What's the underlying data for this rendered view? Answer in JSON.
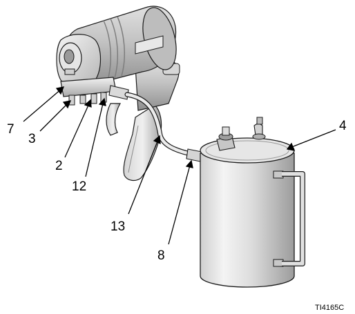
{
  "figure_id": "TI4165C",
  "callouts": {
    "c7": "7",
    "c3": "3",
    "c2": "2",
    "c12": "12",
    "c13": "13",
    "c8": "8",
    "c4": "4"
  },
  "colors": {
    "metal_light": "#f2f2f2",
    "metal_mid": "#c8c8c8",
    "metal_dark": "#8a8a8a",
    "outline": "#1a1a1a",
    "background": "#ffffff"
  }
}
